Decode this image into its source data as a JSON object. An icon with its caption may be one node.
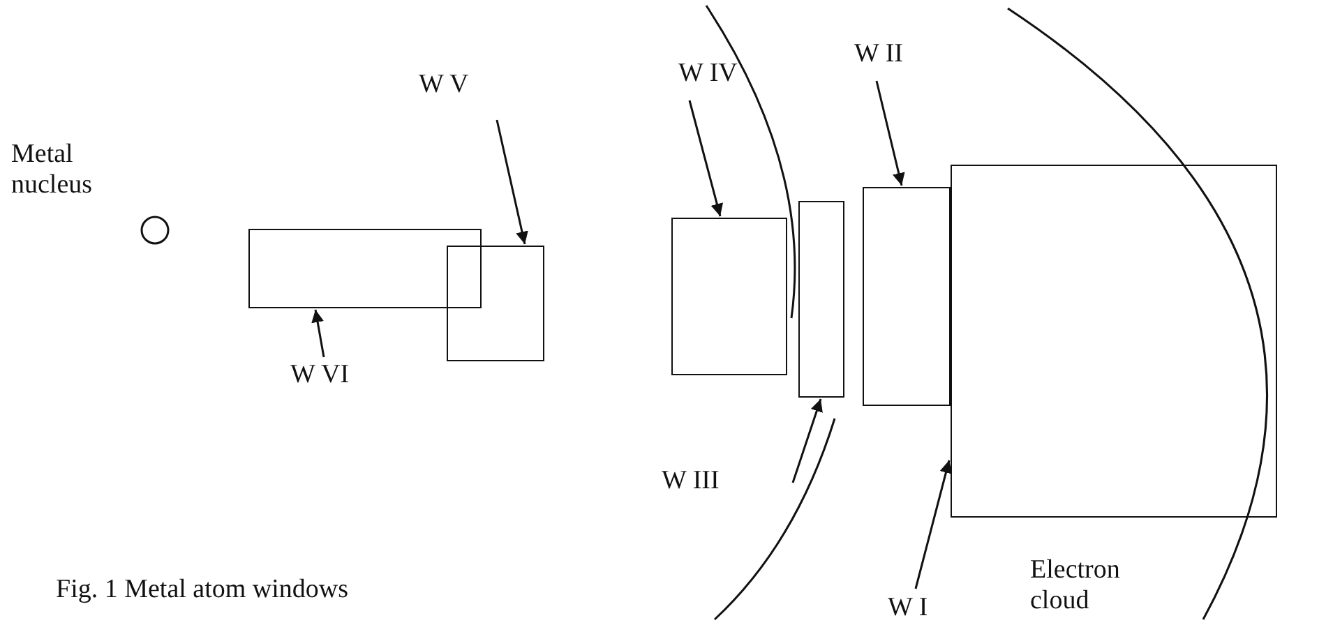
{
  "diagram": {
    "caption": "Fig. 1 Metal atom windows",
    "nodes": [
      {
        "text": [
          "Metal nucleus"
        ]
      },
      {
        "text": [
          "W V"
        ]
      },
      {
        "text": [
          "W IV"
        ]
      },
      {
        "text": [
          "W II"
        ]
      },
      {
        "text": [],
        "shape": "box"
      },
      {
        "text": [],
        "shape": "box"
      },
      {
        "text": [],
        "shape": "box"
      },
      {
        "text": [],
        "shape": "box"
      },
      {
        "text": [],
        "shape": "box"
      },
      {
        "text": [],
        "shape": "box"
      },
      {
        "text": [
          "W VI"
        ]
      },
      {
        "text": [
          "W III"
        ]
      },
      {
        "text": [
          "W I"
        ]
      }
    ],
    "edges": [
      {
        "from": 1,
        "to": 5,
        "arrow": "to"
      },
      {
        "from": 2,
        "to": 6,
        "arrow": "to"
      },
      {
        "from": 3,
        "to": 8,
        "arrow": "to"
      },
      {
        "from": 10,
        "to": 4,
        "arrow": "to"
      },
      {
        "from": 11,
        "to": 7,
        "arrow": "to"
      },
      {
        "from": 12,
        "to": 9,
        "arrow": "to"
      }
    ],
    "labels": [
      "Electron cloud"
    ]
  }
}
